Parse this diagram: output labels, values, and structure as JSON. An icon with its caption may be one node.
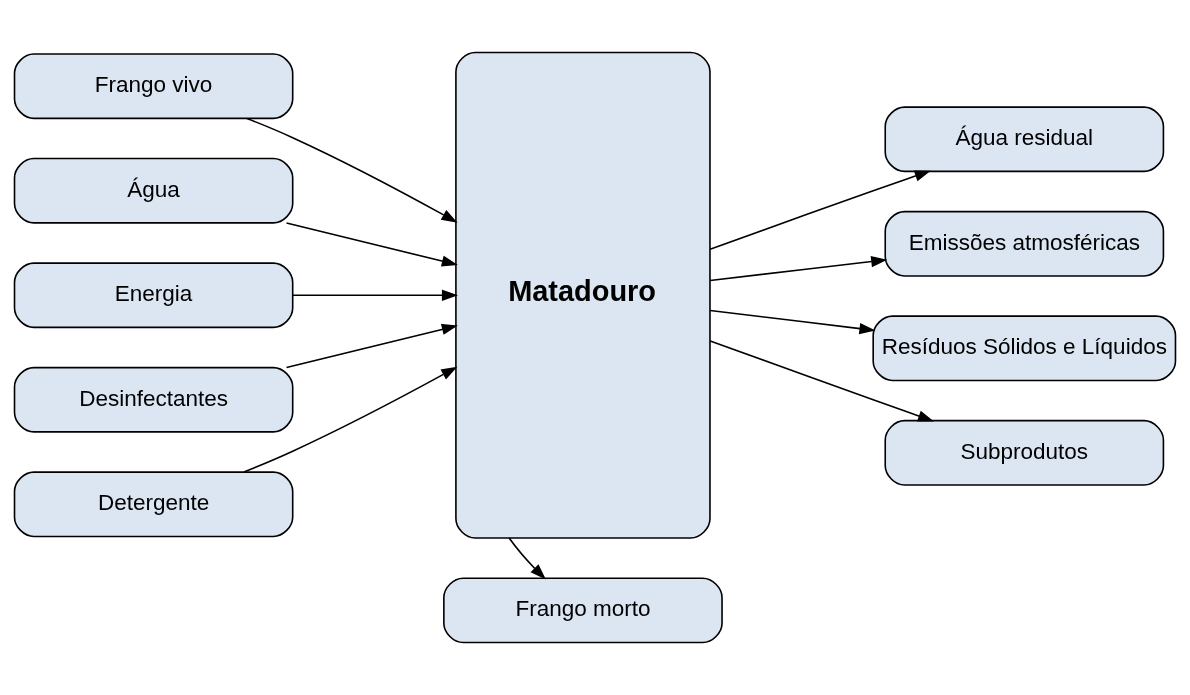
{
  "diagram": {
    "nodes": [
      {
        "text": [
          "Frango vivo"
        ]
      },
      {
        "text": [
          "Água"
        ]
      },
      {
        "text": [
          "Energia"
        ]
      },
      {
        "text": [
          "Desinfectantes"
        ]
      },
      {
        "text": [
          "Detergente"
        ]
      },
      {
        "text": [
          "Matadouro"
        ]
      },
      {
        "text": [
          "Água residual"
        ]
      },
      {
        "text": [
          "Emissões atmosféricas"
        ]
      },
      {
        "text": [
          "Resíduos Sólidos e Líquidos"
        ]
      },
      {
        "text": [
          "Subprodutos"
        ]
      },
      {
        "text": [
          "Frango morto"
        ]
      }
    ],
    "edges": [
      {
        "from": 0,
        "to": 5,
        "arrow": "to"
      },
      {
        "from": 1,
        "to": 5,
        "arrow": "to"
      },
      {
        "from": 2,
        "to": 5,
        "arrow": "to"
      },
      {
        "from": 3,
        "to": 5,
        "arrow": "to"
      },
      {
        "from": 4,
        "to": 5,
        "arrow": "to"
      },
      {
        "from": 5,
        "to": 6,
        "arrow": "to"
      },
      {
        "from": 5,
        "to": 7,
        "arrow": "to"
      },
      {
        "from": 5,
        "to": 8,
        "arrow": "to"
      },
      {
        "from": 5,
        "to": 9,
        "arrow": "to"
      },
      {
        "from": 5,
        "to": 10,
        "arrow": "to"
      }
    ]
  }
}
